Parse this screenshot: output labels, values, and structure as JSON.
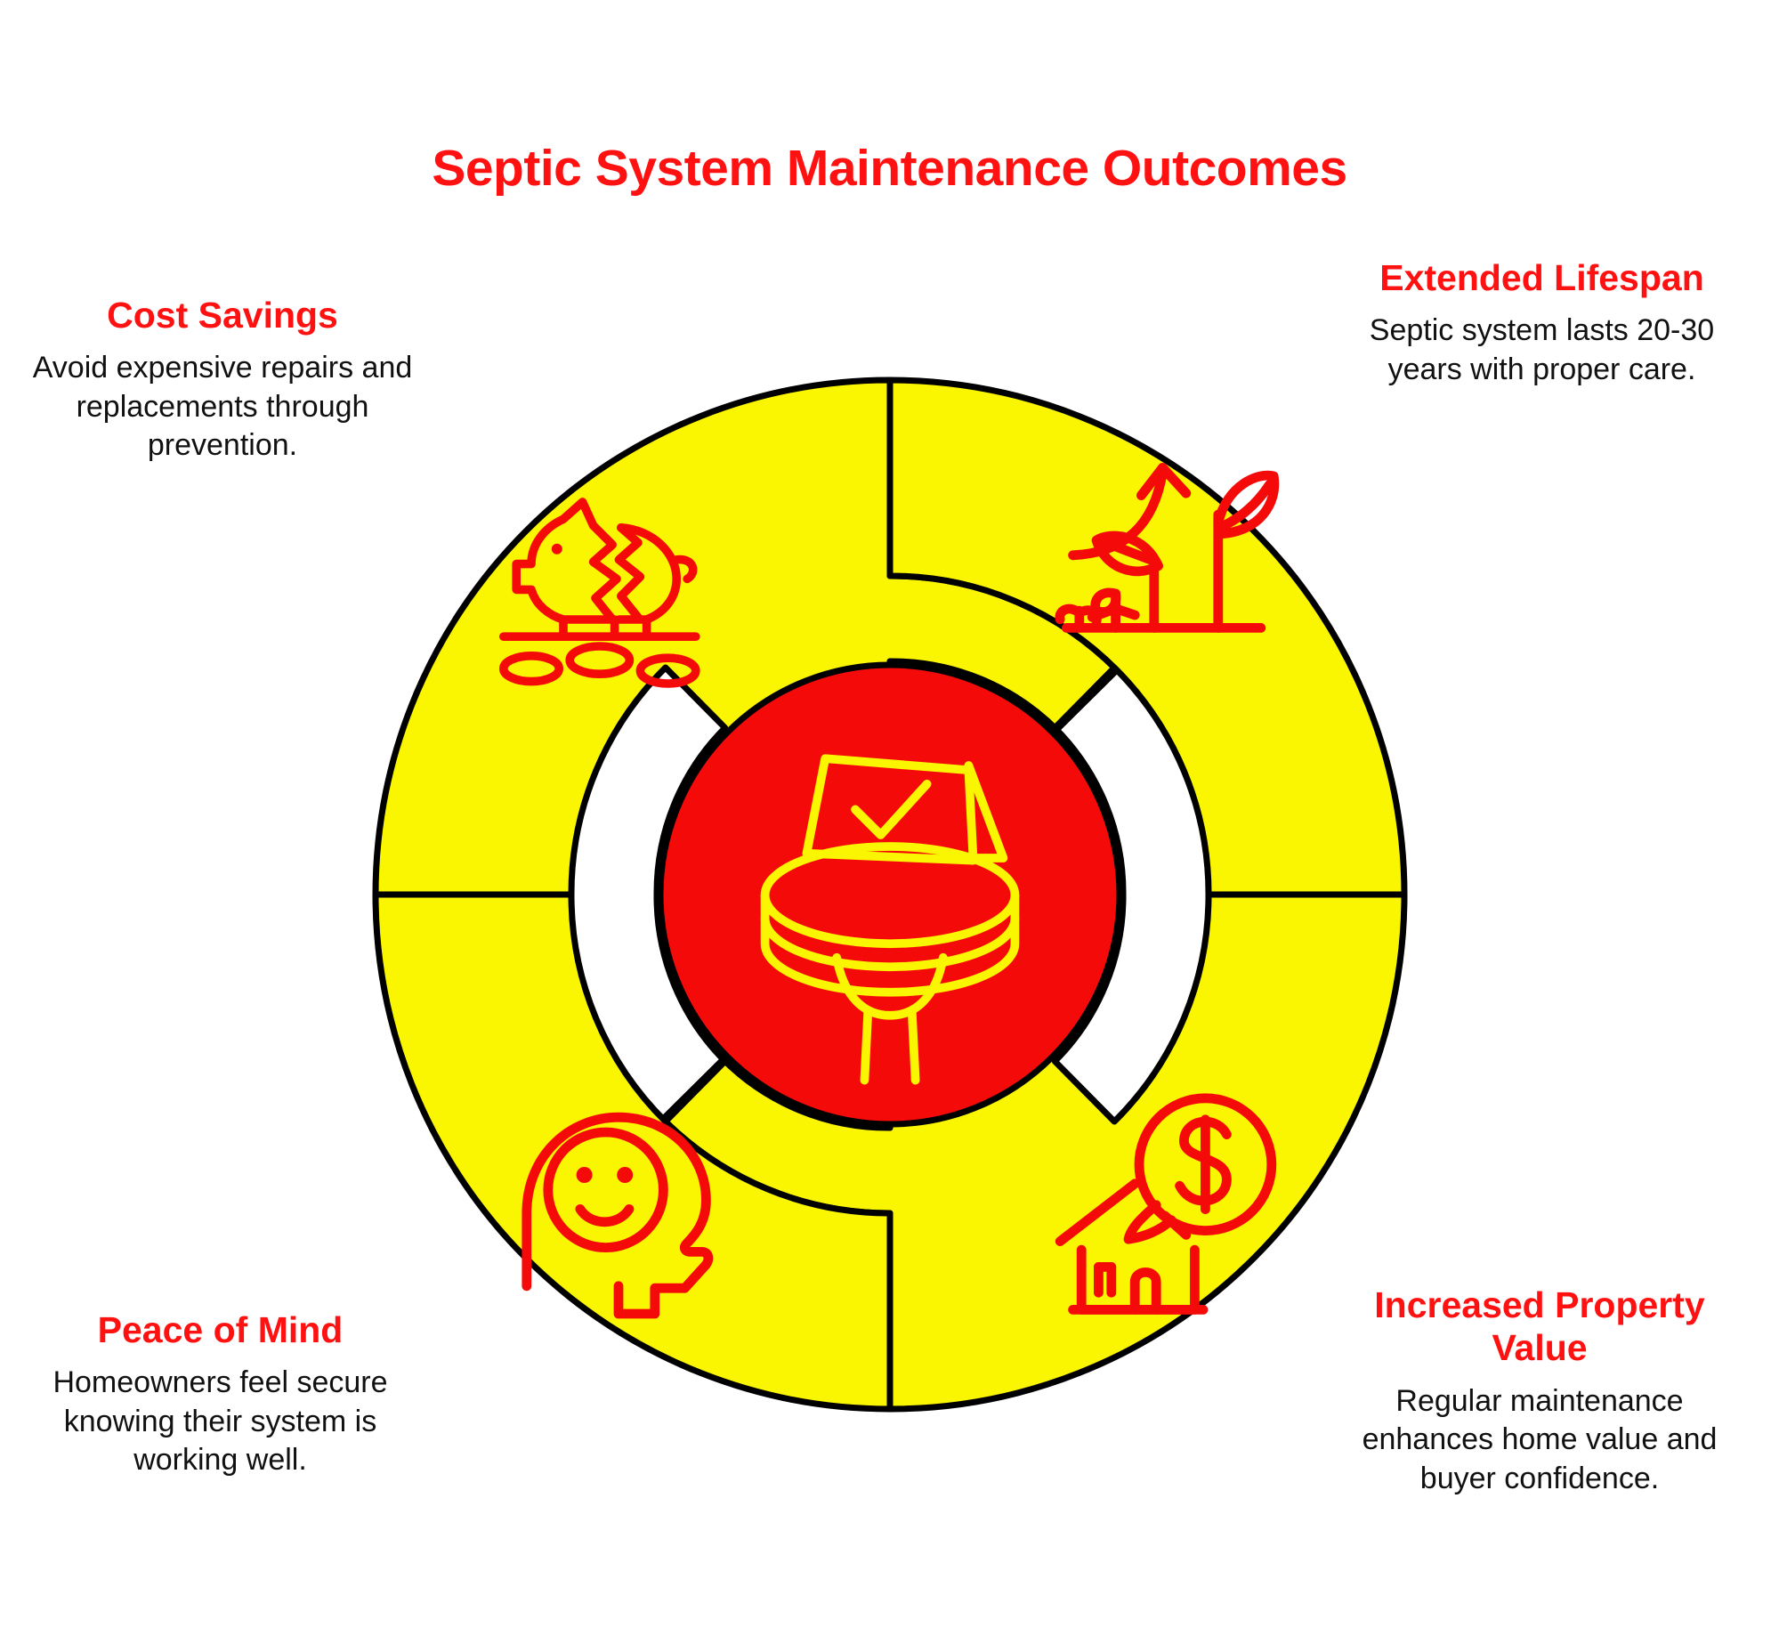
{
  "title": "Septic System Maintenance Outcomes",
  "colors": {
    "accent_red": "#ff1111",
    "center_red": "#f50a0a",
    "segment_yellow": "#faf500",
    "outline_black": "#000000",
    "body_text": "#111111",
    "background": "#ffffff"
  },
  "center": {
    "icon": "septic-tank-check-icon",
    "icon_color": "#faf500"
  },
  "chart_data": {
    "type": "pie",
    "title": "Septic System Maintenance Outcomes",
    "categories": [
      "Cost Savings",
      "Extended Lifespan",
      "Increased Property Value",
      "Peace of Mind"
    ],
    "values": [
      25,
      25,
      25,
      25
    ],
    "legend_position": "around",
    "grid": false
  },
  "segments": [
    {
      "id": "cost-savings",
      "title": "Cost Savings",
      "body": "Avoid expensive repairs and replacements through prevention.",
      "icon": "broken-piggy-bank-icon",
      "position": "top-left",
      "share": 25
    },
    {
      "id": "extended-lifespan",
      "title": "Extended Lifespan",
      "body": "Septic system lasts 20-30 years with proper care.",
      "icon": "growing-plant-arrow-icon",
      "position": "top-right",
      "share": 25
    },
    {
      "id": "increased-property-value",
      "title": "Increased Property Value",
      "body": "Regular maintenance enhances home value and buyer confidence.",
      "icon": "house-dollar-bubble-icon",
      "position": "bottom-right",
      "share": 25
    },
    {
      "id": "peace-of-mind",
      "title": "Peace of Mind",
      "body": "Homeowners feel secure knowing their system is working well.",
      "icon": "head-smiley-icon",
      "position": "bottom-left",
      "share": 25
    }
  ]
}
